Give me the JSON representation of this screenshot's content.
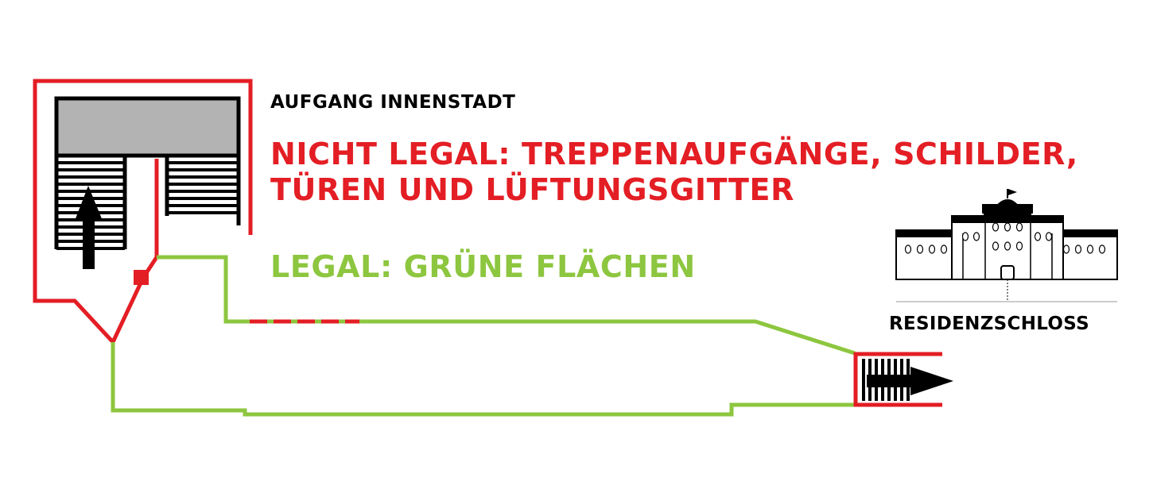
{
  "labels": {
    "entrance": "AUFGANG INNENSTADT",
    "not_legal_line1": "NICHT LEGAL: TREPPENAUFGÄNGE, SCHILDER,",
    "not_legal_line2": "TÜREN UND LÜFTUNGSGITTER",
    "legal": "LEGAL: GRÜNE FLÄCHEN",
    "palace": "RESIDENZSCHLOSS"
  },
  "colors": {
    "not_legal": "#e31e24",
    "legal": "#8dc63f",
    "text": "#000000",
    "structure": "#000000",
    "roof_fill": "#b3b3b3"
  },
  "icons": {
    "stair_entrance": "stairs-up-arrow-icon",
    "stair_exit": "stairs-right-arrow-icon",
    "palace": "palace-building-icon"
  }
}
